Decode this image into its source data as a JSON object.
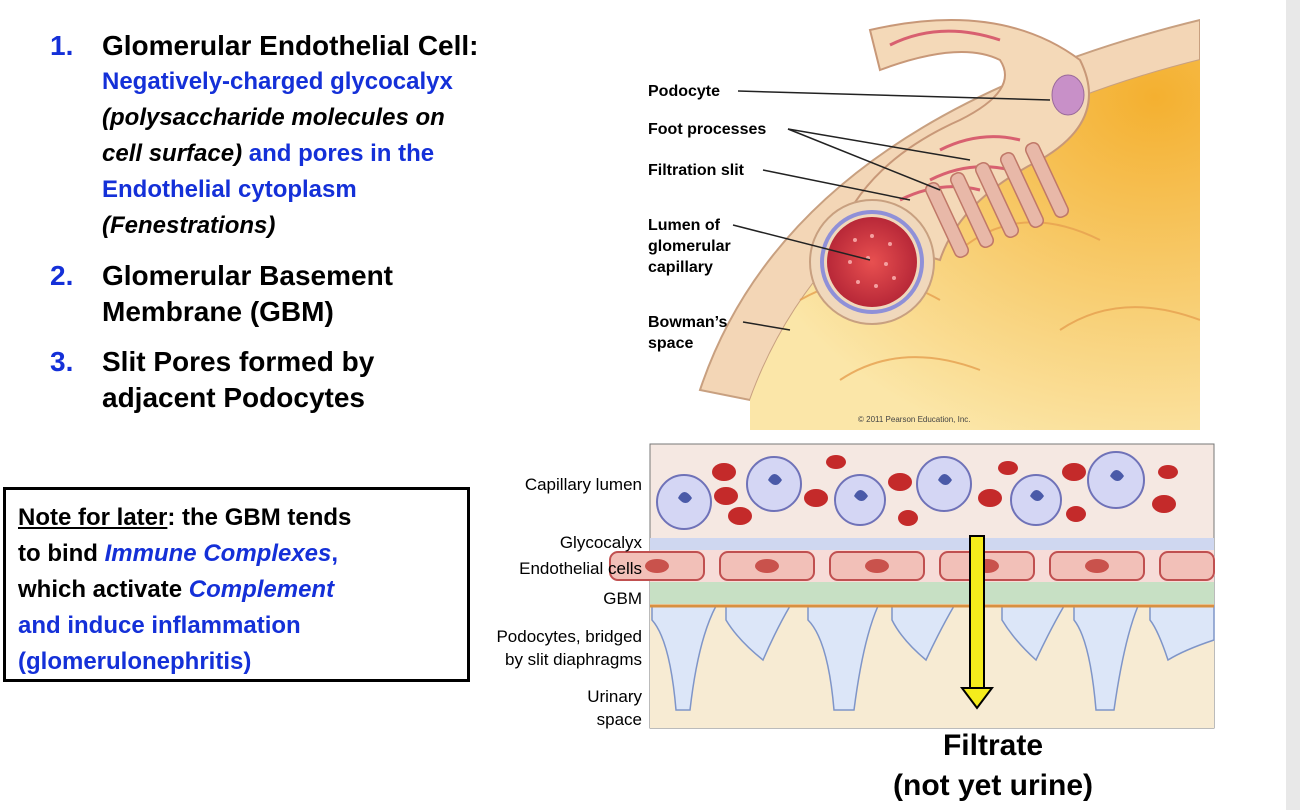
{
  "list": [
    {
      "num": "1.",
      "title": "Glomerular Endothelial Cell:",
      "desc_a": "Negatively-charged glycocalyx",
      "desc_b": "(polysaccharide molecules on",
      "desc_c": "cell surface)",
      "desc_d": " and pores in the",
      "desc_e": "Endothelial cytoplasm",
      "desc_f": "(Fenestrations)"
    },
    {
      "num": "2.",
      "title_a": "Glomerular Basement",
      "title_b": "Membrane (GBM)"
    },
    {
      "num": "3.",
      "title_a": "Slit Pores formed by",
      "title_b": "adjacent Podocytes"
    }
  ],
  "note": {
    "label": "Note for later",
    "t1": ": the GBM tends",
    "t2": "to bind ",
    "immune": "Immune Complexes",
    "comma": ",",
    "t3": "which activate ",
    "complement": "Complement",
    "t4": "and induce inflammation",
    "t5": "(glomerulonephritis)"
  },
  "top_diagram": {
    "labels": [
      "Podocyte",
      "Foot processes",
      "Filtration slit",
      "Lumen of",
      "glomerular",
      "capillary",
      "Bowman’s",
      "space"
    ],
    "copyright": "© 2011 Pearson Education, Inc."
  },
  "bottom_diagram": {
    "labels": [
      "Capillary lumen",
      "Glycocalyx",
      "Endothelial cells",
      "GBM",
      "Podocytes, bridged",
      "by slit diaphragms",
      "Urinary",
      "space"
    ]
  },
  "filtrate": {
    "line1": "Filtrate",
    "line2": "(not yet urine)"
  },
  "colors": {
    "accent_blue": "#1430d8",
    "rbc": "#c42a2a",
    "arrow": "#f5ec1c"
  }
}
